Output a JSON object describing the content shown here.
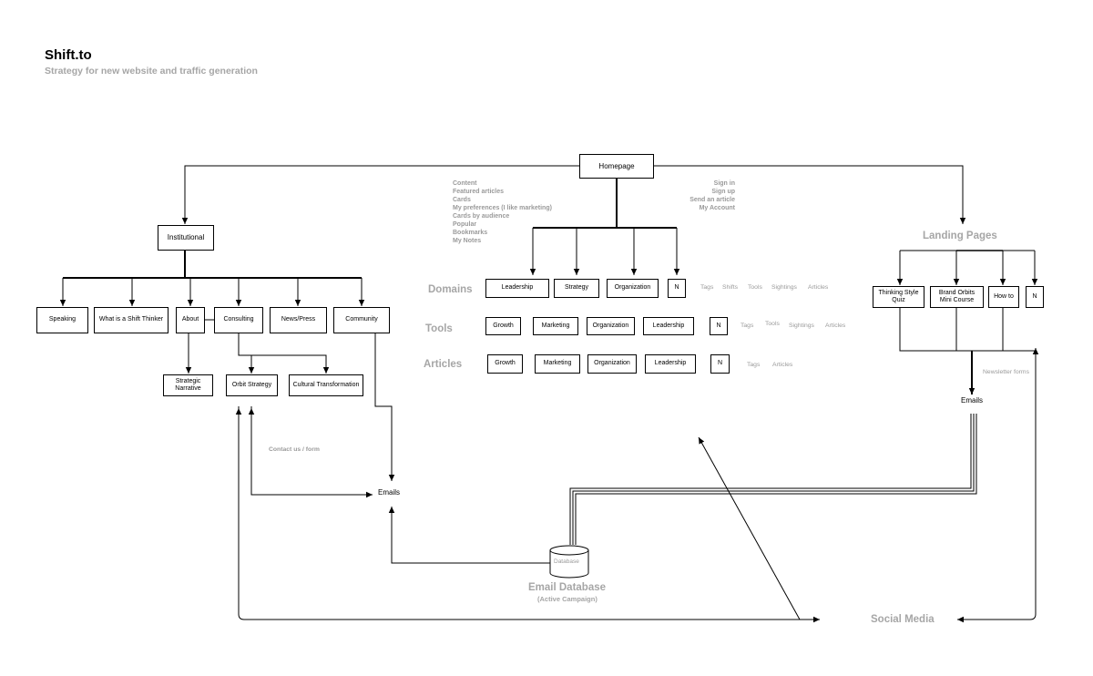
{
  "header": {
    "title": "Shift.to",
    "subtitle": "Strategy for new website and traffic generation"
  },
  "nodes": {
    "homepage": "Homepage",
    "institutional": "Institutional",
    "speaking": "Speaking",
    "what_is_shift_thinker": "What is a Shift Thinker",
    "about": "About",
    "consulting": "Consulting",
    "news_press": "News/Press",
    "community": "Community",
    "strategic_narrative": "Strategic\nNarrative",
    "orbit_strategy": "Orbit Strategy",
    "cultural_transformation": "Cultural Transformation",
    "thinking_style_quiz": "Thinking Style\nQuiz",
    "brand_orbits_mini_course": "Brand Orbits\nMini Course",
    "how_to": "How to",
    "landing_n": "N"
  },
  "homepage_content": [
    "Content",
    "Featured articles",
    "Cards",
    "My preferences (I  like marketing)",
    "Cards by audience",
    "Popular",
    "Bookmarks",
    "My Notes"
  ],
  "homepage_account": [
    "Sign in",
    "Sign up",
    "Send an article",
    "My Account"
  ],
  "rows": {
    "domains": {
      "label": "Domains",
      "boxes": [
        "Leadership",
        "Strategy",
        "Organization",
        "N"
      ],
      "tags": [
        "Tags",
        "Shifts",
        "Tools",
        "Sightings",
        "Articles"
      ]
    },
    "tools": {
      "label": "Tools",
      "boxes": [
        "Growth",
        "Marketing",
        "Organization",
        "Leadership",
        "N"
      ],
      "tags": [
        "Tags",
        "Tools",
        "Sightings",
        "Articles"
      ]
    },
    "articles": {
      "label": "Articles",
      "boxes": [
        "Growth",
        "Marketing",
        "Organization",
        "Leadership",
        "N"
      ],
      "tags": [
        "Tags",
        "Articles"
      ]
    }
  },
  "landing_pages": "Landing Pages",
  "newsletter_forms": "Newsletter forms",
  "emails_right": "Emails",
  "emails_center": "Emails",
  "contact_form": "Contact us / form",
  "database": {
    "cylinder_label": "Database",
    "name": "Email Database",
    "provider": "(Active Campaign)"
  },
  "social_media": "Social Media"
}
